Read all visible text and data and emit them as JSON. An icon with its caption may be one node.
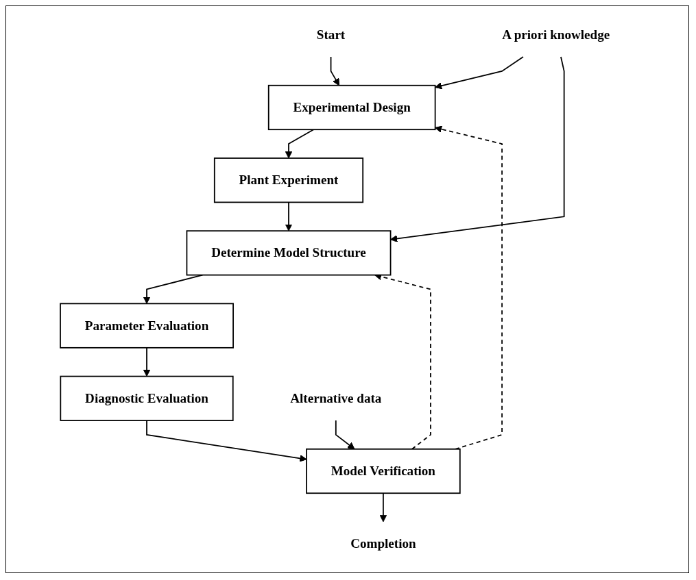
{
  "diagram": {
    "nodes": [
      {
        "text": [
          "Start"
        ]
      },
      {
        "text": [
          "A priori knowledge"
        ]
      },
      {
        "text": [
          "Experimental Design"
        ]
      },
      {
        "text": [
          "Plant Experiment"
        ]
      },
      {
        "text": [
          "Determine Model Structure"
        ]
      },
      {
        "text": [
          "Parameter Evaluation"
        ]
      },
      {
        "text": [
          "Diagnostic Evaluation"
        ]
      },
      {
        "text": [
          "Alternative data"
        ]
      },
      {
        "text": [
          "Model Verification"
        ]
      },
      {
        "text": [
          "Completion"
        ]
      }
    ],
    "edges": [
      {
        "from": 0,
        "to": 2,
        "arrow": "to"
      },
      {
        "from": 1,
        "to": 2,
        "arrow": "to"
      },
      {
        "from": 1,
        "to": 4,
        "arrow": "to"
      },
      {
        "from": 2,
        "to": 3,
        "arrow": "to"
      },
      {
        "from": 3,
        "to": 4,
        "arrow": "to"
      },
      {
        "from": 4,
        "to": 5,
        "arrow": "to"
      },
      {
        "from": 5,
        "to": 6,
        "arrow": "to"
      },
      {
        "from": 7,
        "to": 8,
        "arrow": "to"
      },
      {
        "from": 6,
        "to": 8,
        "arrow": "to"
      },
      {
        "from": 8,
        "to": 9,
        "arrow": "to"
      },
      {
        "from": 8,
        "to": 2,
        "arrow": "to",
        "style": "dashed"
      },
      {
        "from": 8,
        "to": 4,
        "arrow": "to",
        "style": "dashed"
      }
    ]
  }
}
